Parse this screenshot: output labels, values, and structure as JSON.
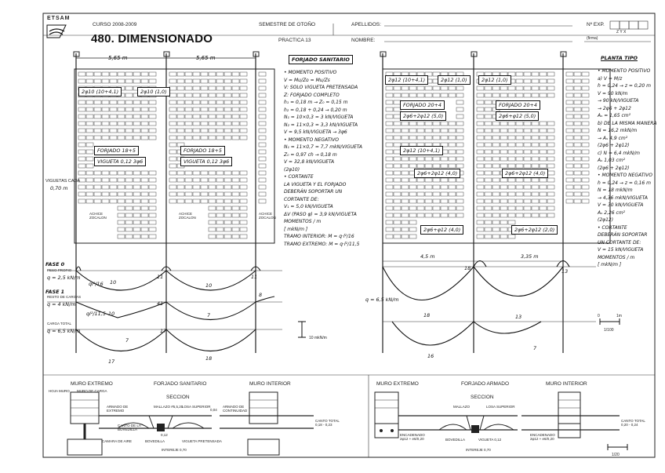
{
  "header": {
    "logo_text": "ETSAM",
    "course": "CURSO 2008-2009",
    "title": "480. DIMENSIONADO",
    "semester": "SEMESTRE DE OTOÑO",
    "practice": "PRACTICA 13",
    "surname_label": "APELLIDOS:",
    "name_label": "NOMBRE:",
    "exp_label": "Nº EXP.",
    "exp_boxes_sub": "Z Y X",
    "firma_label": "(firma)"
  },
  "left_plan": {
    "span_left": "5,65 m",
    "span_right": "5,65 m",
    "beam_top_left": "2φ10 (10+4,1)",
    "beam_top_right": "2φ10 (1,0)",
    "forjado_left": "FORJADO 18+5",
    "vigueta_left": "VIGUETA 0,12 3φ6",
    "forjado_right": "FORJADO 18+5",
    "vigueta_right": "VIGUETA 0,12 3φ6",
    "side_note_line1": "VIGUETAS CADA",
    "side_note_line2": "0,70 m",
    "zocalo_labels": [
      "ACHICE ZOCALON",
      "ACHICE ZOCALON",
      "ACHICE ZOCALON"
    ]
  },
  "middle_notes": {
    "heading": "FORJADO SANITARIO",
    "lines": [
      "• MOMENTO POSITIVO",
      "V = Mu/Zo = Mu/Zs",
      "V: SOLO VIGUETA PRETENSADA",
      "Z: FORJADO COMPLETO",
      "h₁ = 0,18 m → Z₀ = 0,15 m",
      "h₂ = 0,18 + 0,24 → 0,20 m",
      "N₁ = 10×0,3 = 3 kN/VIGUETA",
      "N₂ = 11×0,3 = 3,3 kN/VIGUETA",
      "V = 9,5 kN/VIGUETA → 3φ6",
      "• MOMENTO NEGATIVO",
      "N₁ = 11×0,7 = 7,7 mkN/VIGUETA",
      "Z₀ = 0,97 ch → 0,18 m",
      "V = 32,8 kN/VIGUETA",
      "(2φ10)",
      "• CORTANTE",
      "LA VIGUETA Y EL FORJADO",
      "DEBERÁN SOPORTAR UN",
      "CORTANTE DE:",
      "V₁ = 5,0 kN/VIGUETA",
      "ΔV (PASO φ) = 3,9 kN/VIGUETA",
      "MOMENTOS / m",
      "[ mkN/m ]",
      "TRAMO INTERIOR: M = q·l²/16",
      "TRAMO EXTREMO: M = q·l²/11,5"
    ]
  },
  "left_diagrams": {
    "fase0": "FASE 0",
    "fase1": "FASE 1",
    "peso_propio": "PESO PROPIO",
    "resto_cargas": "RESTO DE CARGAS",
    "carga_total": "CARGA TOTAL",
    "q0": "q = 2,5 kN/m",
    "q1": "q = 4 kN/m",
    "q2": "q = 6,5 kN/m",
    "values": [
      "10",
      "11",
      "10",
      "11",
      "10",
      "7",
      "8",
      "7",
      "41",
      "17",
      "18",
      "17"
    ],
    "fraction_1": "ql²/16",
    "fraction_2": "ql²/11,5",
    "scale_note": "10 mkN/m"
  },
  "right_plan": {
    "beam_top_left": "2φ12 (10+4,1)",
    "beam_top_mid": "2φ12 (1,0)",
    "beam_top_right": "2φ12 (1,0)",
    "forjado_left": "FORJADO 20+4",
    "forjado_right": "FORJADO 20+4",
    "neg_left": "2φ6+2φ12 (5,0)",
    "neg_right": "2φ6+φ12 (5,0)",
    "beam_mid": "2φ12 (10+4,1)",
    "bars_a": "2φ6+2φ12 (4,0)",
    "bars_b": "2φ6+2φ12 (4,0)",
    "bars_c": "2φ6+φ12 (4,0)",
    "bars_d": "2φ6+2φ12 (2,0)",
    "span_left": "4,5 m",
    "span_right": "3,35 m",
    "value_q": "q = 6,5 kN/m",
    "diag_values": [
      "18",
      "16",
      "13",
      "7",
      "13",
      "18"
    ]
  },
  "right_notes": {
    "heading": "PLANTA TIPO",
    "lines": [
      "• MOMENTO POSITIVO",
      "a) V = M/z",
      "h = 0,24 → z = 0,20 m",
      "V = 90 kN/m",
      "→ 90 kN/VIGUETA",
      "→ 2φ6 + 2φ12",
      "Aₛ = 1,65 cm²",
      "b) DE LA MISMA MANERA",
      "N = 16,2 mkN/m",
      "→ Aₛ 4,9 cm²",
      "(2φ6 + 2φ12)",
      "c) N = 6,4 mkN/m",
      "Aₛ 1,03 cm²",
      "(2φ6 + 2φ12)",
      "• MOMENTO NEGATIVO",
      "h = 0,24 → z = 0,16 m",
      "N = 18 mkN/m",
      "→ 4,36 mkN/VIGUETA",
      "V = 30 kN/VIGUETA",
      "Aₛ 2,26 cm²",
      "(2φ12)",
      "• CORTANTE",
      "DEBERÁN SOPORTAR",
      "UN CORTANTE DE:",
      "V = 15 kN/VIGUETA",
      "MOMENTOS / m",
      "[ mkN/m ]"
    ],
    "scale_top_0": "0",
    "scale_top_1": "1m",
    "scale_top_ratio": "1/100",
    "scale_bottom_ratio": "1/20"
  },
  "sections_left": {
    "muro_extremo": "MURO EXTREMO",
    "forjado_sanitario": "FORJADO SANITARIO",
    "muro_interior": "MURO INTERIOR",
    "seccion": "SECCION",
    "hoja_muro": "HOJA MURO",
    "muro_carga": "MURO DE CARGA",
    "armado_extremo": "ARMADO DE EXTREMO",
    "mallazo": "MALLAZO #5,5,20",
    "losa_superior": "LOSA SUPERIOR",
    "canto_bovedilla": "CANTO DE LA BOVEDILLA",
    "bovedilla": "BOVEDILLA",
    "vigueta_pretensada": "VIGUETA PRETENSADA",
    "camara_aire": "CAMARA DE AIRE",
    "armado_continuidad": "ARMADO DE CONTINUIDAD",
    "interejes": "INTEREJE 0,70",
    "canto_total": "CANTO TOTAL 0,18 - 0,23",
    "dim_004": "0,04",
    "dim_012": "0,12"
  },
  "sections_right": {
    "muro_extremo": "MURO EXTREMO",
    "forjado_armado": "FORJADO ARMADO",
    "muro_interior": "MURO INTERIOR",
    "seccion": "SECCION",
    "mallazo": "MALLAZO",
    "losa_superior": "LOSA SUPERIOR",
    "encadenado_left": "ENCADENADO 2φ12 + e6/0,20",
    "encadenado_right": "ENCADENADO 2φ12 + e6/0,20",
    "canto_total": "CANTO TOTAL 0,20 - 0,24",
    "bovedilla": "BOVEDILLA",
    "vigueta": "VIGUETA 0,12",
    "interejes": "INTEREJE 0,70"
  }
}
